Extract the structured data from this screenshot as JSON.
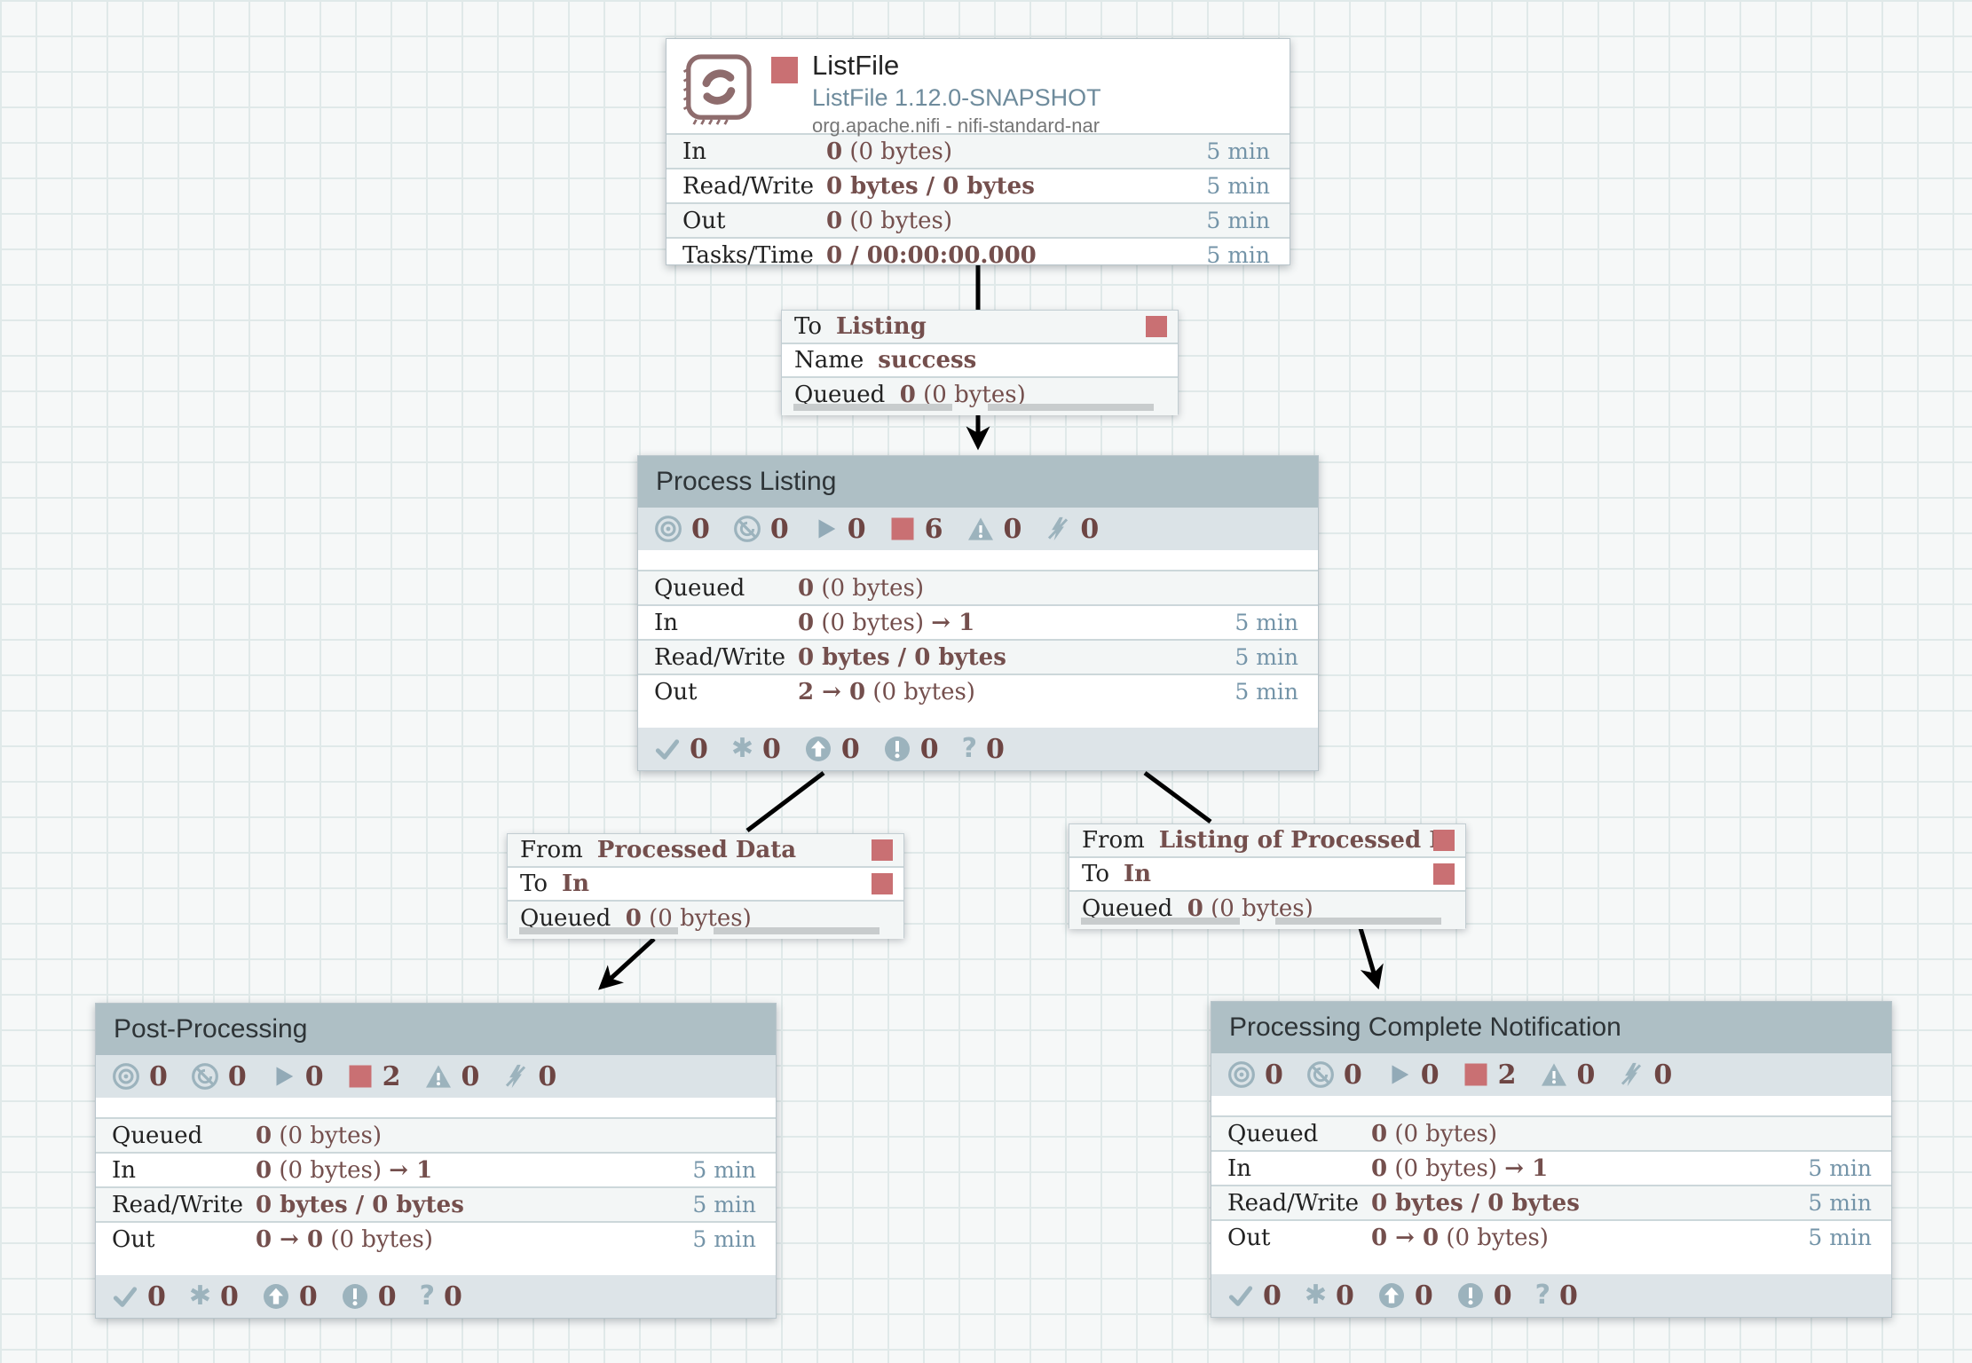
{
  "colors": {
    "stopped_red": "#c97073",
    "status_icon_blue": "#9cb3bd",
    "value_maroon": "#744f4d"
  },
  "icons": {
    "locally_modified_glyph": "✱",
    "sync_failure_glyph": "?"
  },
  "processor": {
    "title": "ListFile",
    "type": "ListFile 1.12.0-SNAPSHOT",
    "bundle": "org.apache.nifi - nifi-standard-nar",
    "rows": [
      {
        "label": "In",
        "strong1": "0",
        "light": " (0 bytes)",
        "strong2": "",
        "time": "5 min"
      },
      {
        "label": "Read/Write",
        "strong1": "0 bytes / 0 bytes",
        "light": "",
        "strong2": "",
        "time": "5 min"
      },
      {
        "label": "Out",
        "strong1": "0",
        "light": " (0 bytes)",
        "strong2": "",
        "time": "5 min"
      },
      {
        "label": "Tasks/Time",
        "strong1": "0 / 00:00:00.000",
        "light": "",
        "strong2": "",
        "time": "5 min"
      }
    ]
  },
  "connections": {
    "to_listing": {
      "row1_label": "To",
      "row1_value": "Listing",
      "row2_label": "Name",
      "row2_value": "success",
      "queued_label": "Queued",
      "queued_strong": "0",
      "queued_light": " (0 bytes)"
    },
    "processed_data": {
      "row1_label": "From",
      "row1_value": "Processed Data",
      "row2_label": "To",
      "row2_value": "In",
      "queued_label": "Queued",
      "queued_strong": "0",
      "queued_light": " (0 bytes)"
    },
    "listing_processed": {
      "row1_label": "From",
      "row1_value": "Listing of Processed D…",
      "row2_label": "To",
      "row2_value": "In",
      "queued_label": "Queued",
      "queued_strong": "0",
      "queued_light": " (0 bytes)"
    }
  },
  "groups": [
    {
      "title": "Process Listing",
      "status": {
        "transmitting": "0",
        "not_transmitting": "0",
        "running": "0",
        "stopped": "6",
        "invalid": "0",
        "disabled": "0"
      },
      "rows": [
        {
          "label": "Queued",
          "strong1": "0",
          "light": " (0 bytes)",
          "strong2": "",
          "time": ""
        },
        {
          "label": "In",
          "strong1": "0",
          "light": " (0 bytes) ",
          "strong2": "→ 1",
          "time": "5 min"
        },
        {
          "label": "Read/Write",
          "strong1": "0 bytes / 0 bytes",
          "light": "",
          "strong2": "",
          "time": "5 min"
        },
        {
          "label": "Out",
          "strong1": "2 → 0",
          "light": " (0 bytes)",
          "strong2": "",
          "time": "5 min"
        }
      ],
      "versioned": {
        "up_to_date": "0",
        "locally_modified": "0",
        "stale": "0",
        "locally_modified_stale": "0",
        "sync_failure": "0"
      }
    },
    {
      "title": "Post-Processing",
      "status": {
        "transmitting": "0",
        "not_transmitting": "0",
        "running": "0",
        "stopped": "2",
        "invalid": "0",
        "disabled": "0"
      },
      "rows": [
        {
          "label": "Queued",
          "strong1": "0",
          "light": " (0 bytes)",
          "strong2": "",
          "time": ""
        },
        {
          "label": "In",
          "strong1": "0",
          "light": " (0 bytes) ",
          "strong2": "→ 1",
          "time": "5 min"
        },
        {
          "label": "Read/Write",
          "strong1": "0 bytes / 0 bytes",
          "light": "",
          "strong2": "",
          "time": "5 min"
        },
        {
          "label": "Out",
          "strong1": "0 → 0",
          "light": " (0 bytes)",
          "strong2": "",
          "time": "5 min"
        }
      ],
      "versioned": {
        "up_to_date": "0",
        "locally_modified": "0",
        "stale": "0",
        "locally_modified_stale": "0",
        "sync_failure": "0"
      }
    },
    {
      "title": "Processing Complete Notification",
      "status": {
        "transmitting": "0",
        "not_transmitting": "0",
        "running": "0",
        "stopped": "2",
        "invalid": "0",
        "disabled": "0"
      },
      "rows": [
        {
          "label": "Queued",
          "strong1": "0",
          "light": " (0 bytes)",
          "strong2": "",
          "time": ""
        },
        {
          "label": "In",
          "strong1": "0",
          "light": " (0 bytes) ",
          "strong2": "→ 1",
          "time": "5 min"
        },
        {
          "label": "Read/Write",
          "strong1": "0 bytes / 0 bytes",
          "light": "",
          "strong2": "",
          "time": "5 min"
        },
        {
          "label": "Out",
          "strong1": "0 → 0",
          "light": " (0 bytes)",
          "strong2": "",
          "time": "5 min"
        }
      ],
      "versioned": {
        "up_to_date": "0",
        "locally_modified": "0",
        "stale": "0",
        "locally_modified_stale": "0",
        "sync_failure": "0"
      }
    }
  ]
}
